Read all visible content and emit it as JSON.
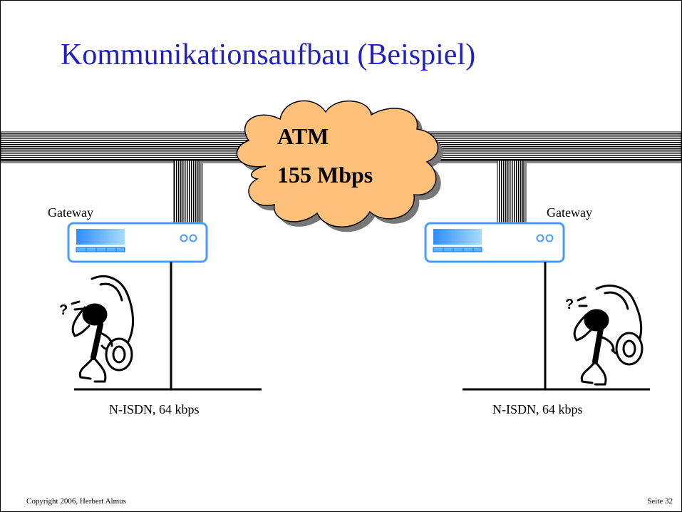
{
  "slide": {
    "title": "Kommunikationsaufbau (Beispiel)",
    "cloud": {
      "line1": "ATM",
      "line2": "155 Mbps",
      "color": "#ffc07a"
    },
    "gateway_left_label": "Gateway",
    "gateway_right_label": "Gateway",
    "network_left_label": "N-ISDN, 64 kbps",
    "network_right_label": "N-ISDN, 64 kbps",
    "footer_left": "Copyright 2006,  Herbert Almus",
    "footer_right": "Seite 32"
  },
  "colors": {
    "title": "#1f1fc4",
    "gateway_border": "#4a9cff",
    "gateway_display": "#5ab4ff"
  }
}
